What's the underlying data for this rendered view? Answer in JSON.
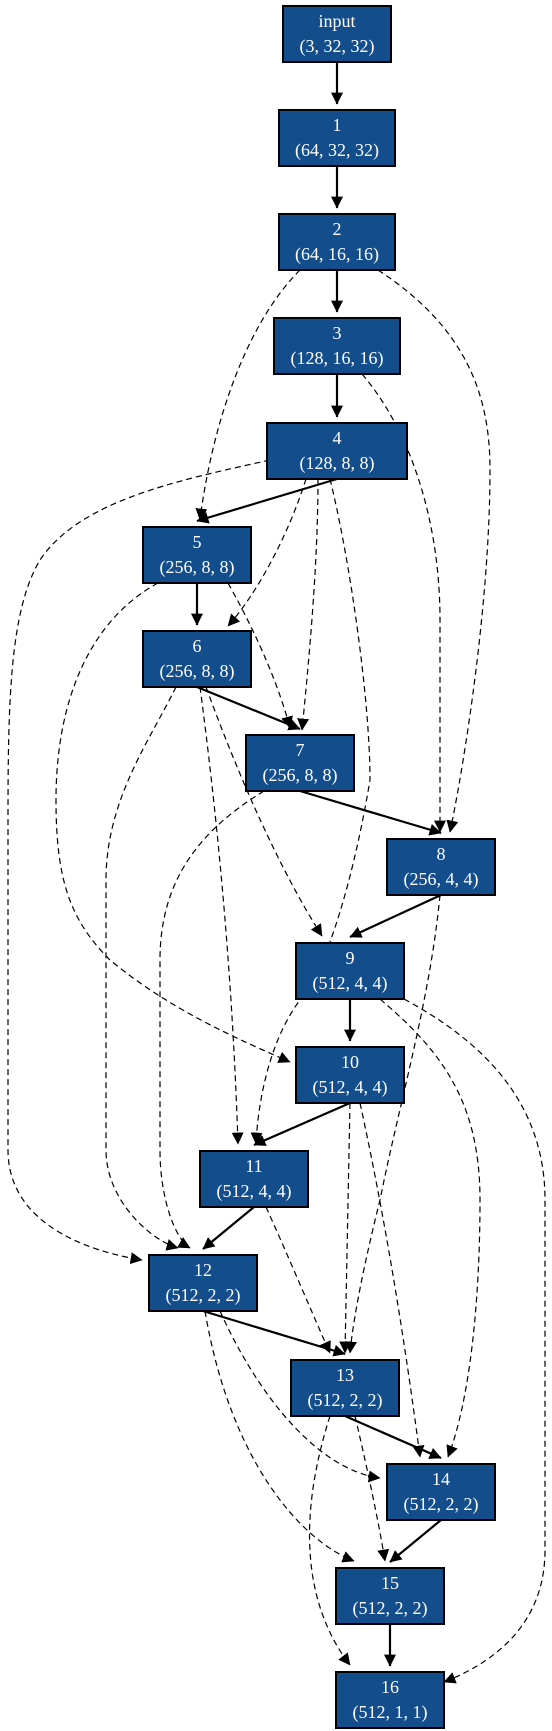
{
  "colors": {
    "node_fill": "#134d8c",
    "node_text": "#ffffff",
    "edge": "#000000"
  },
  "nodes": [
    {
      "id": "input",
      "label": "input",
      "shape": "(3, 32, 32)"
    },
    {
      "id": "n1",
      "label": "1",
      "shape": "(64, 32, 32)"
    },
    {
      "id": "n2",
      "label": "2",
      "shape": "(64, 16, 16)"
    },
    {
      "id": "n3",
      "label": "3",
      "shape": "(128, 16, 16)"
    },
    {
      "id": "n4",
      "label": "4",
      "shape": "(128, 8, 8)"
    },
    {
      "id": "n5",
      "label": "5",
      "shape": "(256, 8, 8)"
    },
    {
      "id": "n6",
      "label": "6",
      "shape": "(256, 8, 8)"
    },
    {
      "id": "n7",
      "label": "7",
      "shape": "(256, 8, 8)"
    },
    {
      "id": "n8",
      "label": "8",
      "shape": "(256, 4, 4)"
    },
    {
      "id": "n9",
      "label": "9",
      "shape": "(512, 4, 4)"
    },
    {
      "id": "n10",
      "label": "10",
      "shape": "(512, 4, 4)"
    },
    {
      "id": "n11",
      "label": "11",
      "shape": "(512, 4, 4)"
    },
    {
      "id": "n12",
      "label": "12",
      "shape": "(512, 2, 2)"
    },
    {
      "id": "n13",
      "label": "13",
      "shape": "(512, 2, 2)"
    },
    {
      "id": "n14",
      "label": "14",
      "shape": "(512, 2, 2)"
    },
    {
      "id": "n15",
      "label": "15",
      "shape": "(512, 2, 2)"
    },
    {
      "id": "n16",
      "label": "16",
      "shape": "(512, 1, 1)"
    }
  ],
  "edges": [
    {
      "from": "input",
      "to": "n1",
      "style": "solid"
    },
    {
      "from": "n1",
      "to": "n2",
      "style": "solid"
    },
    {
      "from": "n2",
      "to": "n3",
      "style": "solid"
    },
    {
      "from": "n3",
      "to": "n4",
      "style": "solid"
    },
    {
      "from": "n4",
      "to": "n5",
      "style": "solid"
    },
    {
      "from": "n5",
      "to": "n6",
      "style": "solid"
    },
    {
      "from": "n6",
      "to": "n7",
      "style": "solid"
    },
    {
      "from": "n7",
      "to": "n8",
      "style": "solid"
    },
    {
      "from": "n8",
      "to": "n9",
      "style": "solid"
    },
    {
      "from": "n9",
      "to": "n10",
      "style": "solid"
    },
    {
      "from": "n10",
      "to": "n11",
      "style": "solid"
    },
    {
      "from": "n11",
      "to": "n12",
      "style": "solid"
    },
    {
      "from": "n12",
      "to": "n13",
      "style": "solid"
    },
    {
      "from": "n13",
      "to": "n14",
      "style": "solid"
    },
    {
      "from": "n14",
      "to": "n15",
      "style": "solid"
    },
    {
      "from": "n15",
      "to": "n16",
      "style": "solid"
    },
    {
      "from": "n2",
      "to": "n5",
      "style": "dashed"
    },
    {
      "from": "n2",
      "to": "n8",
      "style": "dashed"
    },
    {
      "from": "n3",
      "to": "n8",
      "style": "dashed"
    },
    {
      "from": "n4",
      "to": "n12",
      "style": "dashed"
    },
    {
      "from": "n4",
      "to": "n6",
      "style": "dashed"
    },
    {
      "from": "n4",
      "to": "n7",
      "style": "dashed"
    },
    {
      "from": "n4",
      "to": "n11",
      "style": "dashed"
    },
    {
      "from": "n5",
      "to": "n10",
      "style": "dashed"
    },
    {
      "from": "n5",
      "to": "n7",
      "style": "dashed"
    },
    {
      "from": "n6",
      "to": "n12",
      "style": "dashed"
    },
    {
      "from": "n6",
      "to": "n11",
      "style": "dashed"
    },
    {
      "from": "n6",
      "to": "n9",
      "style": "dashed"
    },
    {
      "from": "n7",
      "to": "n12",
      "style": "dashed"
    },
    {
      "from": "n8",
      "to": "n13",
      "style": "dashed"
    },
    {
      "from": "n9",
      "to": "n14",
      "style": "dashed"
    },
    {
      "from": "n9",
      "to": "n16",
      "style": "dashed"
    },
    {
      "from": "n10",
      "to": "n13",
      "style": "dashed"
    },
    {
      "from": "n10",
      "to": "n14",
      "style": "dashed"
    },
    {
      "from": "n11",
      "to": "n13",
      "style": "dashed"
    },
    {
      "from": "n12",
      "to": "n15",
      "style": "dashed"
    },
    {
      "from": "n12",
      "to": "n14",
      "style": "dashed"
    },
    {
      "from": "n13",
      "to": "n16",
      "style": "dashed"
    },
    {
      "from": "n13",
      "to": "n15",
      "style": "dashed"
    }
  ]
}
